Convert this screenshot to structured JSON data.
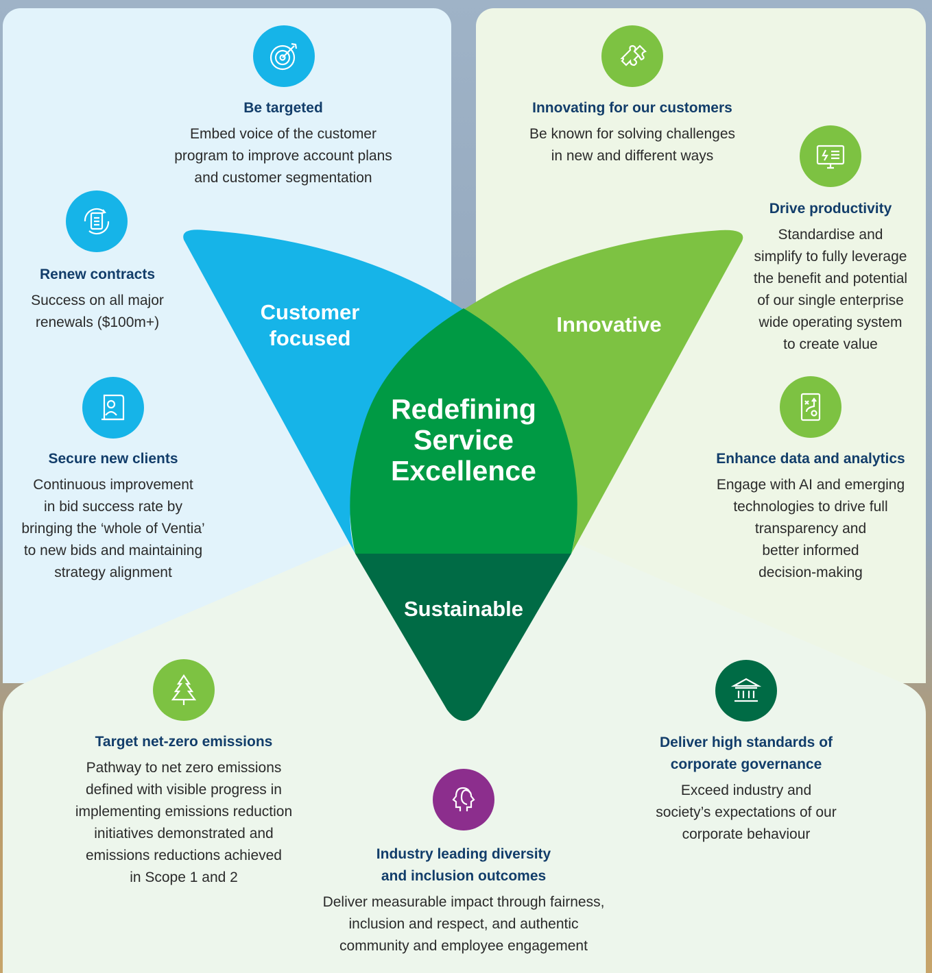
{
  "center": {
    "title": "Redefining\nService\nExcellence"
  },
  "petals": {
    "customer": "Customer\nfocused",
    "innovative": "Innovative",
    "sustainable": "Sustainable"
  },
  "colors": {
    "blue": "#16b4e8",
    "green": "#7dc242",
    "center_green": "#009a44",
    "dark_green": "#006b45",
    "purple": "#8c2e8d",
    "heading": "#123d6a"
  },
  "items": {
    "be_targeted": {
      "icon": "target-icon",
      "title": "Be targeted",
      "text": "Embed voice of the customer\nprogram to improve account plans\nand customer segmentation"
    },
    "renew_contracts": {
      "icon": "clipboard-renew-icon",
      "title": "Renew contracts",
      "text": "Success on all major\nrenewals ($100m+)"
    },
    "secure_clients": {
      "icon": "scroll-person-icon",
      "title": "Secure new clients",
      "text": "Continuous improvement\nin bid success rate by\nbringing the ‘whole of Ventia’\nto new bids and maintaining\nstrategy alignment"
    },
    "innovating": {
      "icon": "puzzle-icon",
      "title": "Innovating for our customers",
      "text": "Be known for solving challenges\nin new and different ways"
    },
    "productivity": {
      "icon": "monitor-icon",
      "title": "Drive productivity",
      "text": "Standardise and\nsimplify to fully leverage\nthe benefit and potential\nof our single enterprise\nwide operating system\nto create value"
    },
    "data_analytics": {
      "icon": "strategy-board-icon",
      "title": "Enhance data and analytics",
      "text": "Engage with AI and emerging\ntechnologies to drive full\ntransparency and\nbetter informed\ndecision-making"
    },
    "net_zero": {
      "icon": "tree-icon",
      "title": "Target net-zero emissions",
      "text": "Pathway to net zero emissions\ndefined with visible progress in\nimplementing emissions reduction\ninitiatives demonstrated and\nemissions reductions achieved\nin Scope 1 and 2"
    },
    "diversity": {
      "icon": "heads-icon",
      "title": "Industry leading diversity\nand inclusion outcomes",
      "text": "Deliver measurable impact through fairness,\ninclusion and respect, and authentic\ncommunity and employee engagement"
    },
    "governance": {
      "icon": "institution-icon",
      "title": "Deliver high standards of\ncorporate governance",
      "text": "Exceed industry and\nsociety’s expectations of our\ncorporate behaviour"
    }
  }
}
